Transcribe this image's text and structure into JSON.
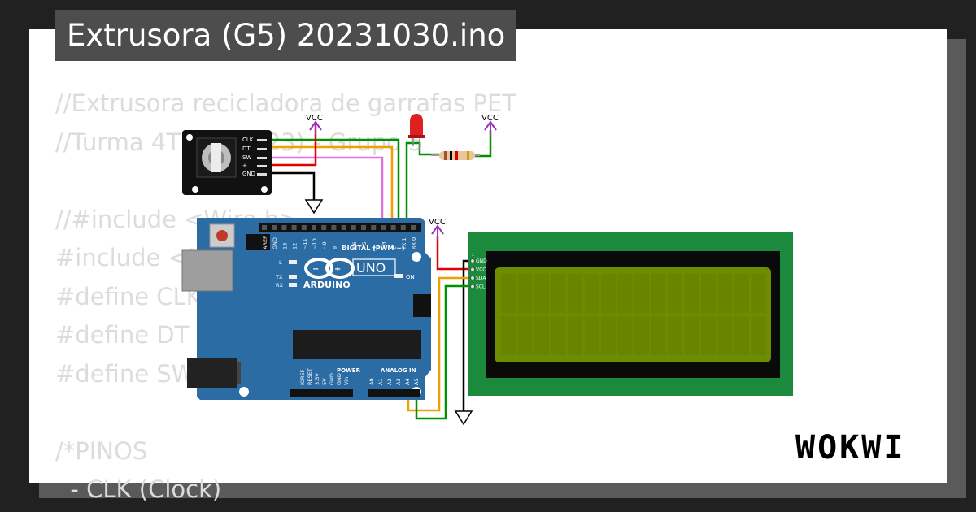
{
  "project": {
    "title": "Extrusora (G5) 20231030.ino",
    "brand": "WOKWI"
  },
  "code_lines": [
    "//Extrusora recicladora de garrafas PET",
    "//Turma 4T5 (T. 2_23) - Grupo 5",
    "",
    "//#include <Wire.h>",
    "#include <LiquidCrystal_I2C.h>",
    "#define CLK 2",
    "#define DT 3",
    "#define SW 4",
    "",
    "/*PINOS",
    "  - CLK (Clock)"
  ],
  "components": {
    "encoder": {
      "pins": [
        "CLK",
        "DT",
        "SW",
        "+",
        "GND"
      ]
    },
    "vcc_label": "VCC",
    "arduino": {
      "brand": "ARDUINO",
      "model": "UNO",
      "digital_label": "DIGITAL (PWM ~)",
      "digital_pins": [
        "AREF",
        "GND",
        "13",
        "12",
        "~11",
        "~10",
        "~9",
        "8",
        "7",
        "~6",
        "~5",
        "4",
        "~3",
        "2",
        "TX 1",
        "RX 0"
      ],
      "power_label": "POWER",
      "power_pins": [
        "IOREF",
        "RESET",
        "3.3V",
        "5V",
        "GND",
        "GND",
        "Vin"
      ],
      "analog_label": "ANALOG IN",
      "analog_pins": [
        "A0",
        "A1",
        "A2",
        "A3",
        "A4",
        "A5"
      ],
      "led_labels": [
        "L",
        "TX",
        "RX"
      ],
      "on_label": "ON"
    },
    "lcd": {
      "pins": [
        "GND",
        "VCC",
        "SDA",
        "SCL"
      ],
      "pin_one": "1"
    }
  },
  "colors": {
    "board": "#2b6ca5",
    "lcd_pcb": "#1c8a3c",
    "lcd_screen": "#6e8c00",
    "wire_red": "#e00000",
    "wire_green": "#009000",
    "wire_orange": "#f0a000",
    "wire_pink": "#e070e0",
    "wire_black": "#000000",
    "vcc": "#9a2fbf"
  }
}
